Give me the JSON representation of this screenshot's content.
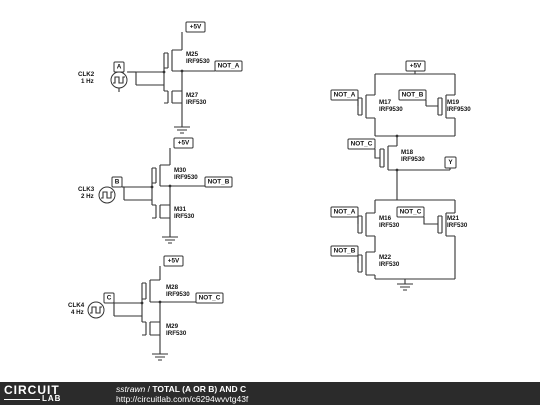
{
  "schematic": {
    "vdd": "+5V",
    "clocks": [
      {
        "name": "CLK2",
        "freq": "1 Hz",
        "input": "A"
      },
      {
        "name": "CLK3",
        "freq": "2 Hz",
        "input": "B"
      },
      {
        "name": "CLK4",
        "freq": "4 Hz",
        "input": "C"
      }
    ],
    "inverters": [
      {
        "pmos": "M25",
        "pmos_part": "IRF9530",
        "nmos": "M27",
        "nmos_part": "IRF530",
        "output": "NOT_A"
      },
      {
        "pmos": "M30",
        "pmos_part": "IRF9530",
        "nmos": "M31",
        "nmos_part": "IRF530",
        "output": "NOT_B"
      },
      {
        "pmos": "M28",
        "pmos_part": "IRF9530",
        "nmos": "M29",
        "nmos_part": "IRF530",
        "output": "NOT_C"
      }
    ],
    "gate": {
      "m17": "M17",
      "m17_part": "IRF9530",
      "m17_in": "NOT_A",
      "m19": "M19",
      "m19_part": "IRF9530",
      "m19_in": "NOT_B",
      "m18": "M18",
      "m18_part": "IRF9530",
      "m18_in": "NOT_C",
      "m16": "M16",
      "m16_part": "IRF530",
      "m16_in": "NOT_A",
      "m21": "M21",
      "m21_part": "IRF530",
      "m21_in": "NOT_C",
      "m22": "M22",
      "m22_part": "IRF530",
      "m22_in": "NOT_B",
      "output": "Y"
    }
  },
  "footer": {
    "logo_top": "CIRCUIT",
    "logo_bottom": "LAB",
    "author": "sstrawn",
    "separator": " / ",
    "title": "TOTAL (A OR B) AND C",
    "url": "http://circuitlab.com/c6294wvvtg43f"
  }
}
